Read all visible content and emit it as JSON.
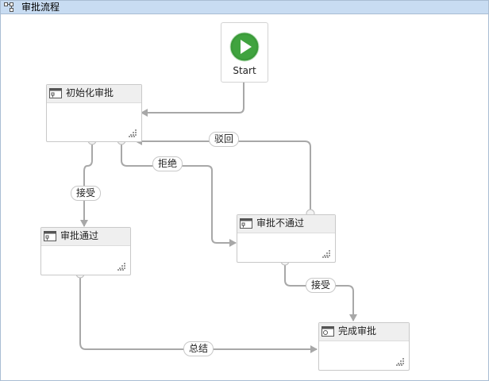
{
  "window": {
    "title": "审批流程",
    "icon": "workflow-designer-icon"
  },
  "start": {
    "label": "Start",
    "icon": "play-icon",
    "color": "#3b9b3a"
  },
  "activities": [
    {
      "id": "init",
      "label": "初始化审批",
      "icon": "activity-icon"
    },
    {
      "id": "approved",
      "label": "审批通过",
      "icon": "activity-icon"
    },
    {
      "id": "rejected",
      "label": "审批不通过",
      "icon": "activity-icon"
    },
    {
      "id": "complete",
      "label": "完成审批",
      "icon": "final-activity-icon"
    }
  ],
  "transitions": [
    {
      "from": "Start",
      "to": "初始化审批",
      "label": ""
    },
    {
      "from": "初始化审批",
      "to": "审批通过",
      "label": "接受"
    },
    {
      "from": "初始化审批",
      "to": "审批不通过",
      "label": "拒绝"
    },
    {
      "from": "审批不通过",
      "to": "初始化审批",
      "label": "驳回"
    },
    {
      "from": "审批不通过",
      "to": "完成审批",
      "label": "接受"
    },
    {
      "from": "审批通过",
      "to": "完成审批",
      "label": "总结"
    }
  ],
  "colors": {
    "connector": "#a8a8a8",
    "titlebar": "#c8dcf2",
    "header": "#efefef"
  }
}
